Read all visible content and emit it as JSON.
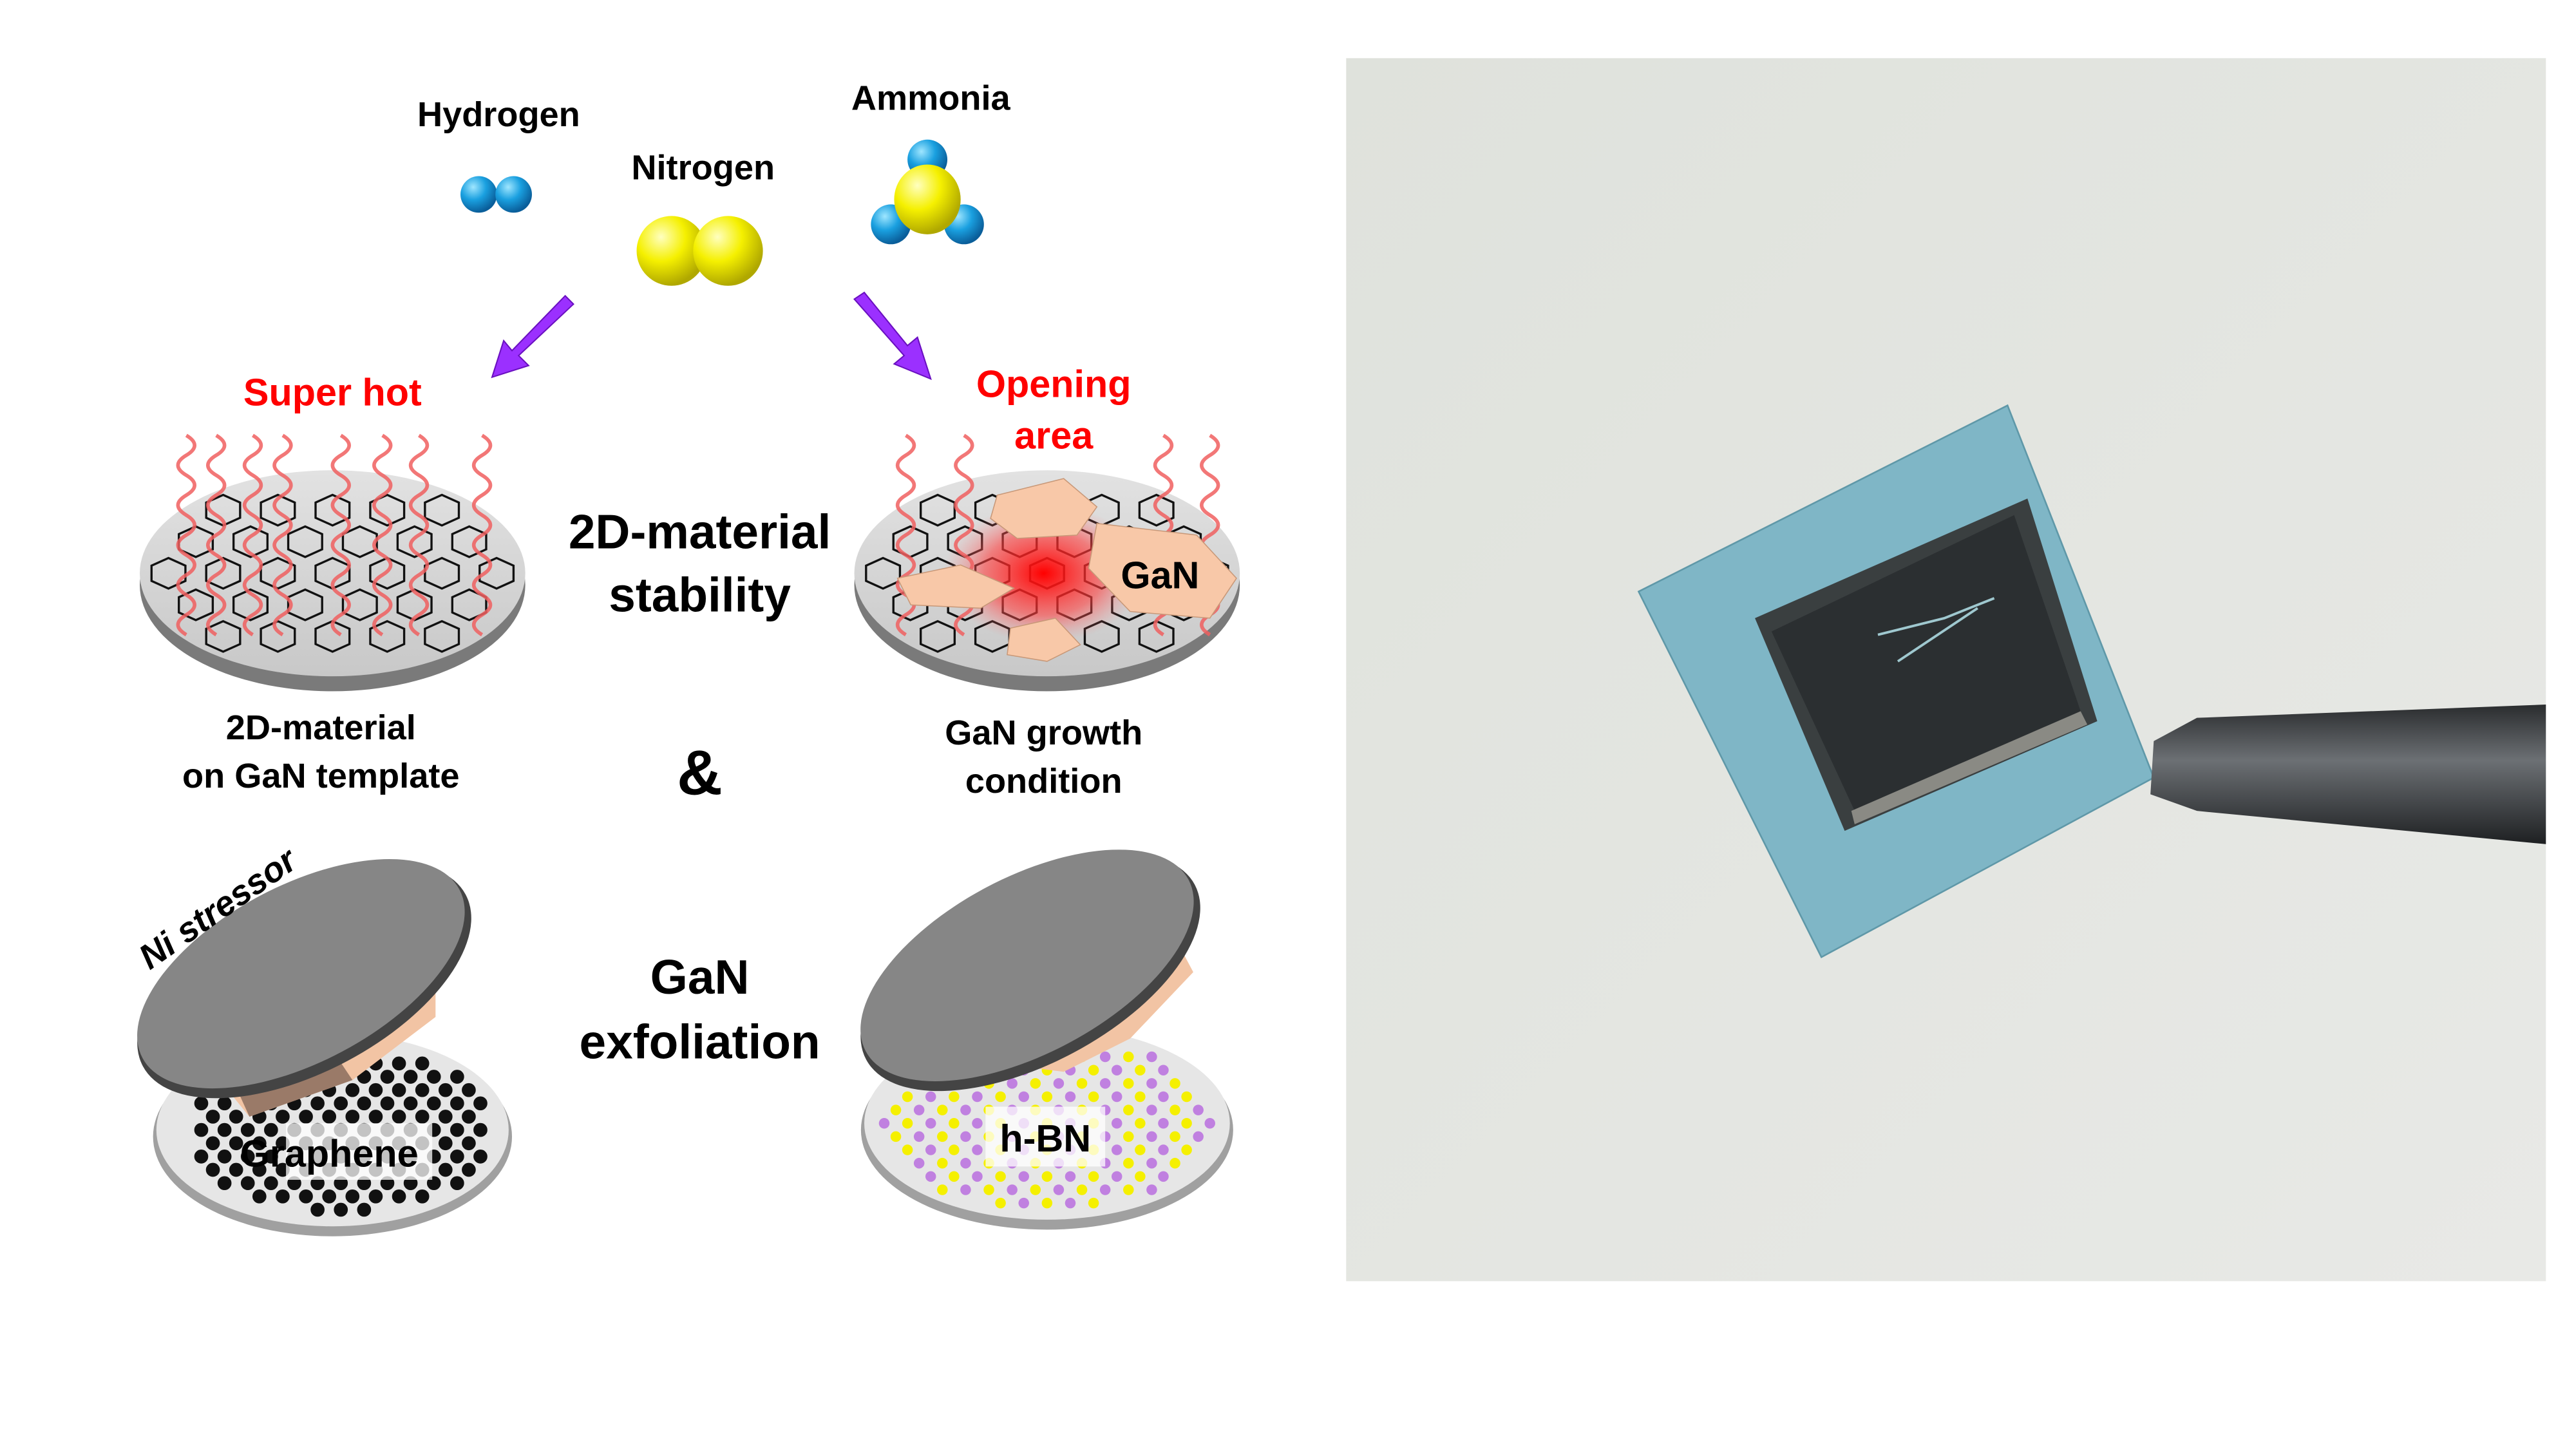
{
  "molecules": {
    "hydrogen": "Hydrogen",
    "nitrogen": "Nitrogen",
    "ammonia": "Ammonia"
  },
  "annotations": {
    "super_hot": "Super hot",
    "opening_line1": "Opening",
    "opening_line2": "area",
    "gan_island": "GaN",
    "ni_stressor": "Ni stressor",
    "graphene": "Graphene",
    "hbn": "h-BN"
  },
  "center": {
    "stability_line1": "2D-material",
    "stability_line2": "stability",
    "ampersand": "&",
    "exfoliation_line1": "GaN",
    "exfoliation_line2": "exfoliation"
  },
  "captions": {
    "left_line1": "2D-material",
    "left_line2": "on GaN template",
    "right_line1": "GaN growth",
    "right_line2": "condition"
  },
  "colors": {
    "hydrogen": "#1aa0e0",
    "nitrogen": "#f5f000",
    "arrow": "#9b30ff",
    "heat": "#f06060",
    "gan": "#f8c8a8",
    "photo_bg": "#e3e5e1",
    "sample_blue": "#7fb6c6"
  }
}
